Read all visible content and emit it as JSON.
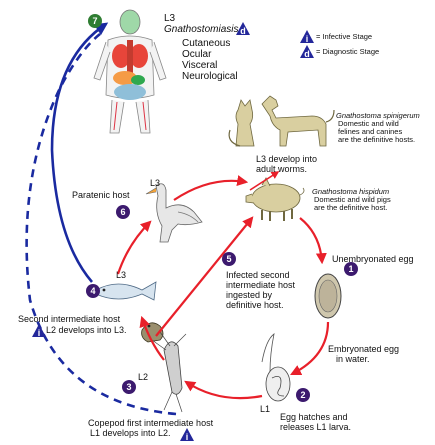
{
  "colors": {
    "arrow_red": "#e8202a",
    "dash_blue": "#1a2aa0",
    "step_purple": "#3c1a6e",
    "step_green": "#2f7d32",
    "tri_blue": "#23279a"
  },
  "legend": {
    "infective_label": "= Infective Stage",
    "diagnostic_label": "= Diagnostic Stage",
    "infective_mark": "i",
    "diagnostic_mark": "d"
  },
  "human": {
    "stage": "L3",
    "disease": "Gnathostomiasis",
    "mark": "d",
    "forms": [
      "Cutaneous",
      "Ocular",
      "Visceral",
      "Neurological"
    ]
  },
  "definitive": {
    "spinigerum_name": "Gnathostoma spinigerum",
    "spinigerum_lines": [
      "Domestic and wild",
      "felines and canines",
      "are the definitive hosts."
    ],
    "l3_lines": [
      "L3 develop into",
      "adult worms."
    ],
    "hispidum_name": "Gnathostoma hispidum",
    "hispidum_lines": [
      "Domestic and wild pigs",
      "are the definitive host."
    ]
  },
  "steps": [
    {
      "n": "1",
      "lines": [
        "Unembryonated egg"
      ]
    },
    {
      "n": "2",
      "lines": [
        "Embryonated egg",
        "in water."
      ],
      "larva": "L1",
      "hatch_lines": [
        "Egg hatches and",
        "releases L1 larva."
      ]
    },
    {
      "n": "3",
      "stage": "L2",
      "lines": [
        "Copepod first intermediate host",
        "L1 develops into L2."
      ]
    },
    {
      "n": "4",
      "stage": "L3",
      "lines": [
        "Second intermediate host"
      ],
      "sub": "L2 develops into L3."
    },
    {
      "n": "5",
      "lines": [
        "Infected second",
        "intermediate host",
        "ingested by",
        "definitive host."
      ]
    },
    {
      "n": "6",
      "stage": "L3",
      "lines": [
        "Paratenic host"
      ]
    },
    {
      "n": "7"
    }
  ]
}
